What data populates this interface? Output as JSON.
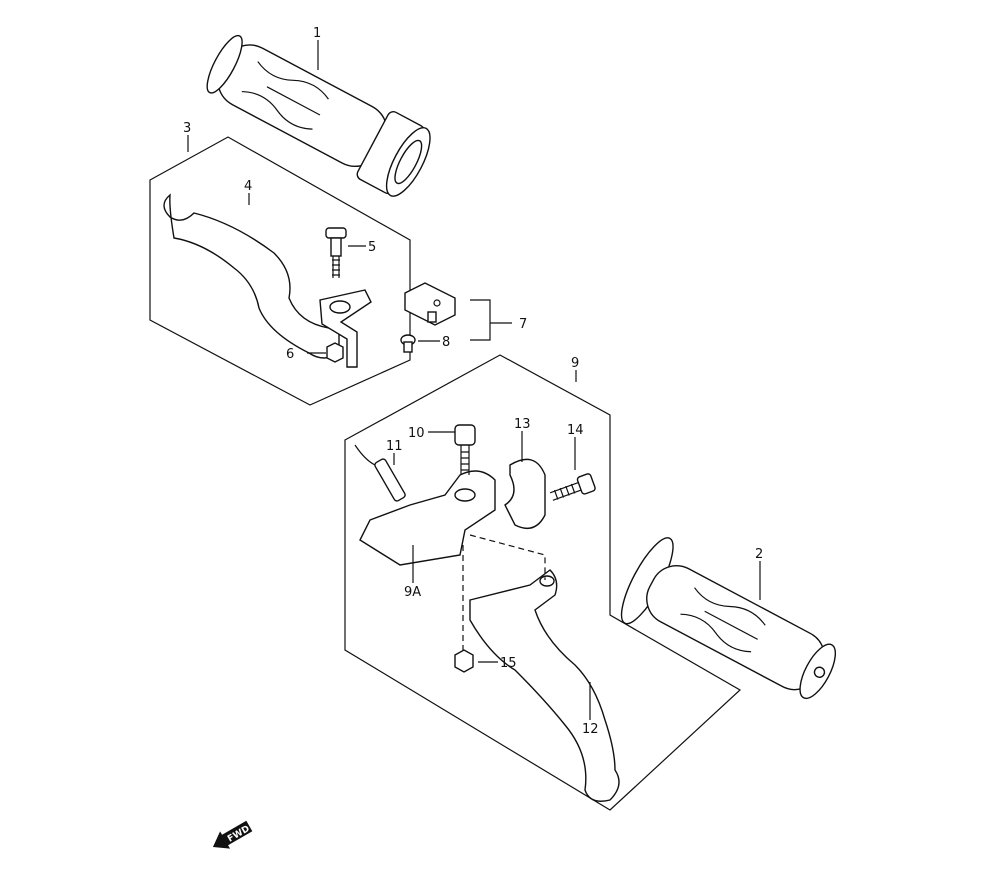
{
  "diagram": {
    "labels": {
      "p1": "1",
      "p2": "2",
      "p3": "3",
      "p4": "4",
      "p5": "5",
      "p6": "6",
      "p7": "7",
      "p8": "8",
      "p9": "9",
      "p9a": "9A",
      "p10": "10",
      "p11": "11",
      "p12": "12",
      "p13": "13",
      "p14": "14",
      "p15": "15"
    },
    "fwd_arrow": "FWD"
  }
}
